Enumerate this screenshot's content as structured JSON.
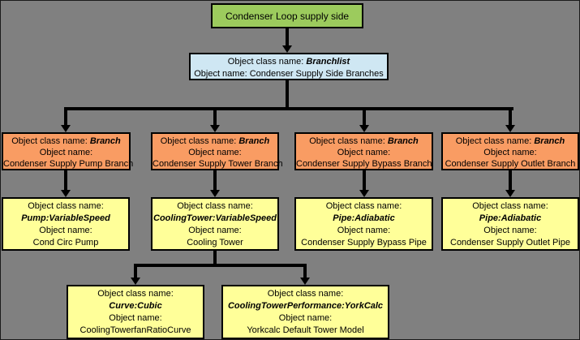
{
  "colors": {
    "background": "#808080",
    "root_fill": "#9CCB5D",
    "branchlist_fill": "#CFE7F3",
    "branch_fill": "#F99C63",
    "component_fill": "#FFFF99",
    "border": "#000000",
    "connector": "#000000"
  },
  "nodes": {
    "root": {
      "label": "Condenser Loop supply side"
    },
    "branchlist": {
      "class_label": "Object class name:",
      "class_name": "Branchlist",
      "name_label": "Object name:",
      "object_name": "Condenser Supply Side Branches"
    },
    "branches": [
      {
        "class_label": "Object class name:",
        "class_name": "Branch",
        "name_label": "Object name:",
        "object_name": "Condenser Supply Pump Branch"
      },
      {
        "class_label": "Object class name:",
        "class_name": "Branch",
        "name_label": "Object name:",
        "object_name": "Condenser Supply Tower Branch"
      },
      {
        "class_label": "Object class name:",
        "class_name": "Branch",
        "name_label": "Object name:",
        "object_name": "Condenser Supply Bypass Branch"
      },
      {
        "class_label": "Object class name:",
        "class_name": "Branch",
        "name_label": "Object name:",
        "object_name": "Condenser Supply Outlet Branch"
      }
    ],
    "components": [
      {
        "class_label": "Object class name:",
        "class_name": "Pump:VariableSpeed",
        "name_label": "Object name:",
        "object_name": "Cond Circ Pump"
      },
      {
        "class_label": "Object class name:",
        "class_name": "CoolingTower:VariableSpeed",
        "name_label": "Object name:",
        "object_name": "Cooling Tower"
      },
      {
        "class_label": "Object class name:",
        "class_name": "Pipe:Adiabatic",
        "name_label": "Object name:",
        "object_name": "Condenser Supply Bypass Pipe"
      },
      {
        "class_label": "Object class name:",
        "class_name": "Pipe:Adiabatic",
        "name_label": "Object name:",
        "object_name": "Condenser Supply Outlet Pipe"
      }
    ],
    "tower_children": [
      {
        "class_label": "Object class name:",
        "class_name": "Curve:Cubic",
        "name_label": "Object name:",
        "object_name": "CoolingTowerfanRatioCurve"
      },
      {
        "class_label": "Object class name:",
        "class_name": "CoolingTowerPerformance:YorkCalc",
        "name_label": "Object name:",
        "object_name": "Yorkcalc Default Tower Model"
      }
    ]
  }
}
